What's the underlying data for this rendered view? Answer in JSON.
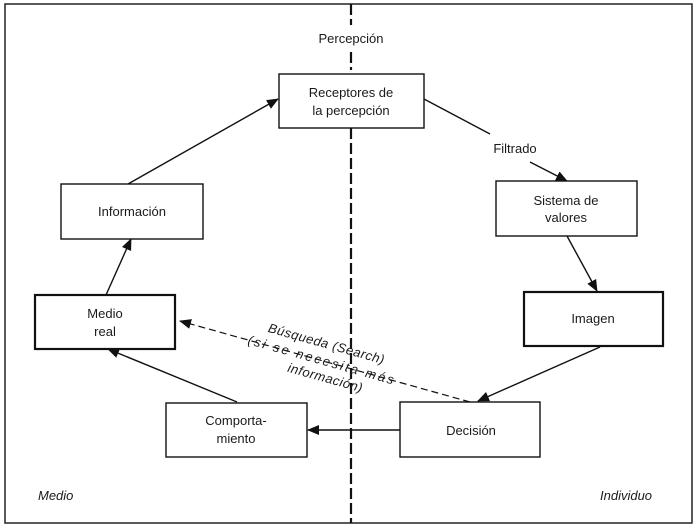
{
  "diagram": {
    "top_label": "Percepción",
    "regions": {
      "left": "Medio",
      "right": "Individuo"
    },
    "nodes": {
      "receptores": [
        "Receptores de",
        "la percepción"
      ],
      "sistema": [
        "Sistema de",
        "valores"
      ],
      "imagen": [
        "Imagen"
      ],
      "decision": [
        "Decisión"
      ],
      "comportamiento": [
        "Comporta-",
        "miento"
      ],
      "medio_real": [
        "Medio",
        "real"
      ],
      "informacion": [
        "Información"
      ]
    },
    "edges": [
      {
        "from": "receptores",
        "to": "sistema",
        "label": "Filtrado",
        "style": "solid"
      },
      {
        "from": "sistema",
        "to": "imagen",
        "label": "",
        "style": "solid"
      },
      {
        "from": "imagen",
        "to": "decision",
        "label": "",
        "style": "solid"
      },
      {
        "from": "decision",
        "to": "comportamiento",
        "label": "",
        "style": "solid"
      },
      {
        "from": "comportamiento",
        "to": "medio_real",
        "label": "",
        "style": "solid"
      },
      {
        "from": "medio_real",
        "to": "informacion",
        "label": "",
        "style": "solid"
      },
      {
        "from": "informacion",
        "to": "receptores",
        "label": "",
        "style": "solid"
      },
      {
        "from": "decision",
        "to": "medio_real",
        "label": "Búsqueda (Search)",
        "style": "dashed"
      }
    ],
    "search_note": [
      "Búsqueda (Search)",
      "(si se necesita más",
      "información)"
    ],
    "filter_label": "Filtrado"
  }
}
